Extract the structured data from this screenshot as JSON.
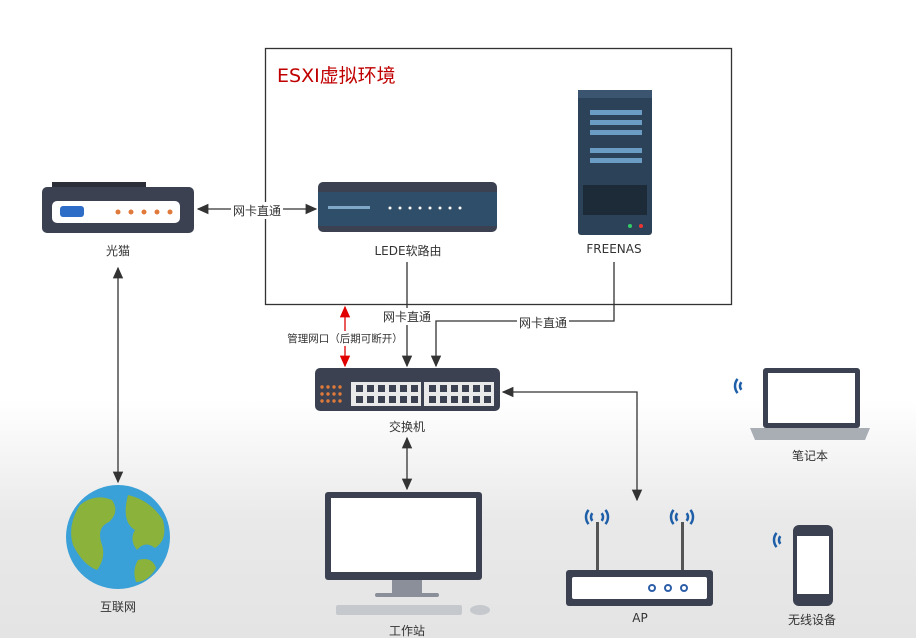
{
  "esxi": {
    "title": "ESXI虚拟环境"
  },
  "nodes": {
    "modem": "光猫",
    "router": "LEDE软路由",
    "nas": "FREENAS",
    "switch": "交换机",
    "internet": "互联网",
    "workstation": "工作站",
    "ap": "AP",
    "laptop": "笔记本",
    "wireless": "无线设备"
  },
  "links": {
    "modem_router": "网卡直通",
    "router_switch": "网卡直通",
    "nas_switch": "网卡直通",
    "mgmt": "管理网口（后期可断开）"
  },
  "colors": {
    "title": "#c00000",
    "mgmt_link": "#e00000",
    "link": "#333333",
    "device": "#3b4150",
    "wifi": "#1f5fa8"
  }
}
